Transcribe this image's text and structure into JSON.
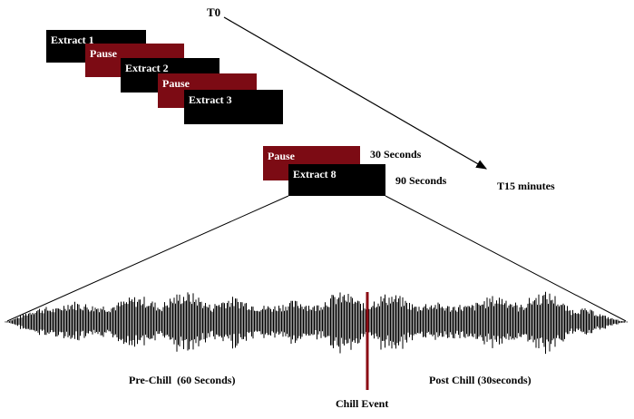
{
  "colors": {
    "extract": "#000000",
    "pause": "#7c0b14",
    "chill_marker": "#8b0c14",
    "line": "#000000"
  },
  "timeline": {
    "start_label": "T0",
    "end_label": "T15 minutes"
  },
  "blocks": [
    {
      "label": "Extract 1",
      "kind": "extract"
    },
    {
      "label": "Pause",
      "kind": "pause"
    },
    {
      "label": "Extract 2",
      "kind": "extract"
    },
    {
      "label": "Pause",
      "kind": "pause"
    },
    {
      "label": "Extract 3",
      "kind": "extract"
    },
    {
      "label": "Pause",
      "kind": "pause"
    },
    {
      "label": "Extract 8",
      "kind": "extract"
    }
  ],
  "durations": {
    "pause": "30 Seconds",
    "extract": "90 Seconds"
  },
  "waveform": {
    "pre_label": "Pre-Chill  (60 Seconds)",
    "event_label": "Chill Event",
    "post_label": "Post Chill (30seconds)"
  }
}
